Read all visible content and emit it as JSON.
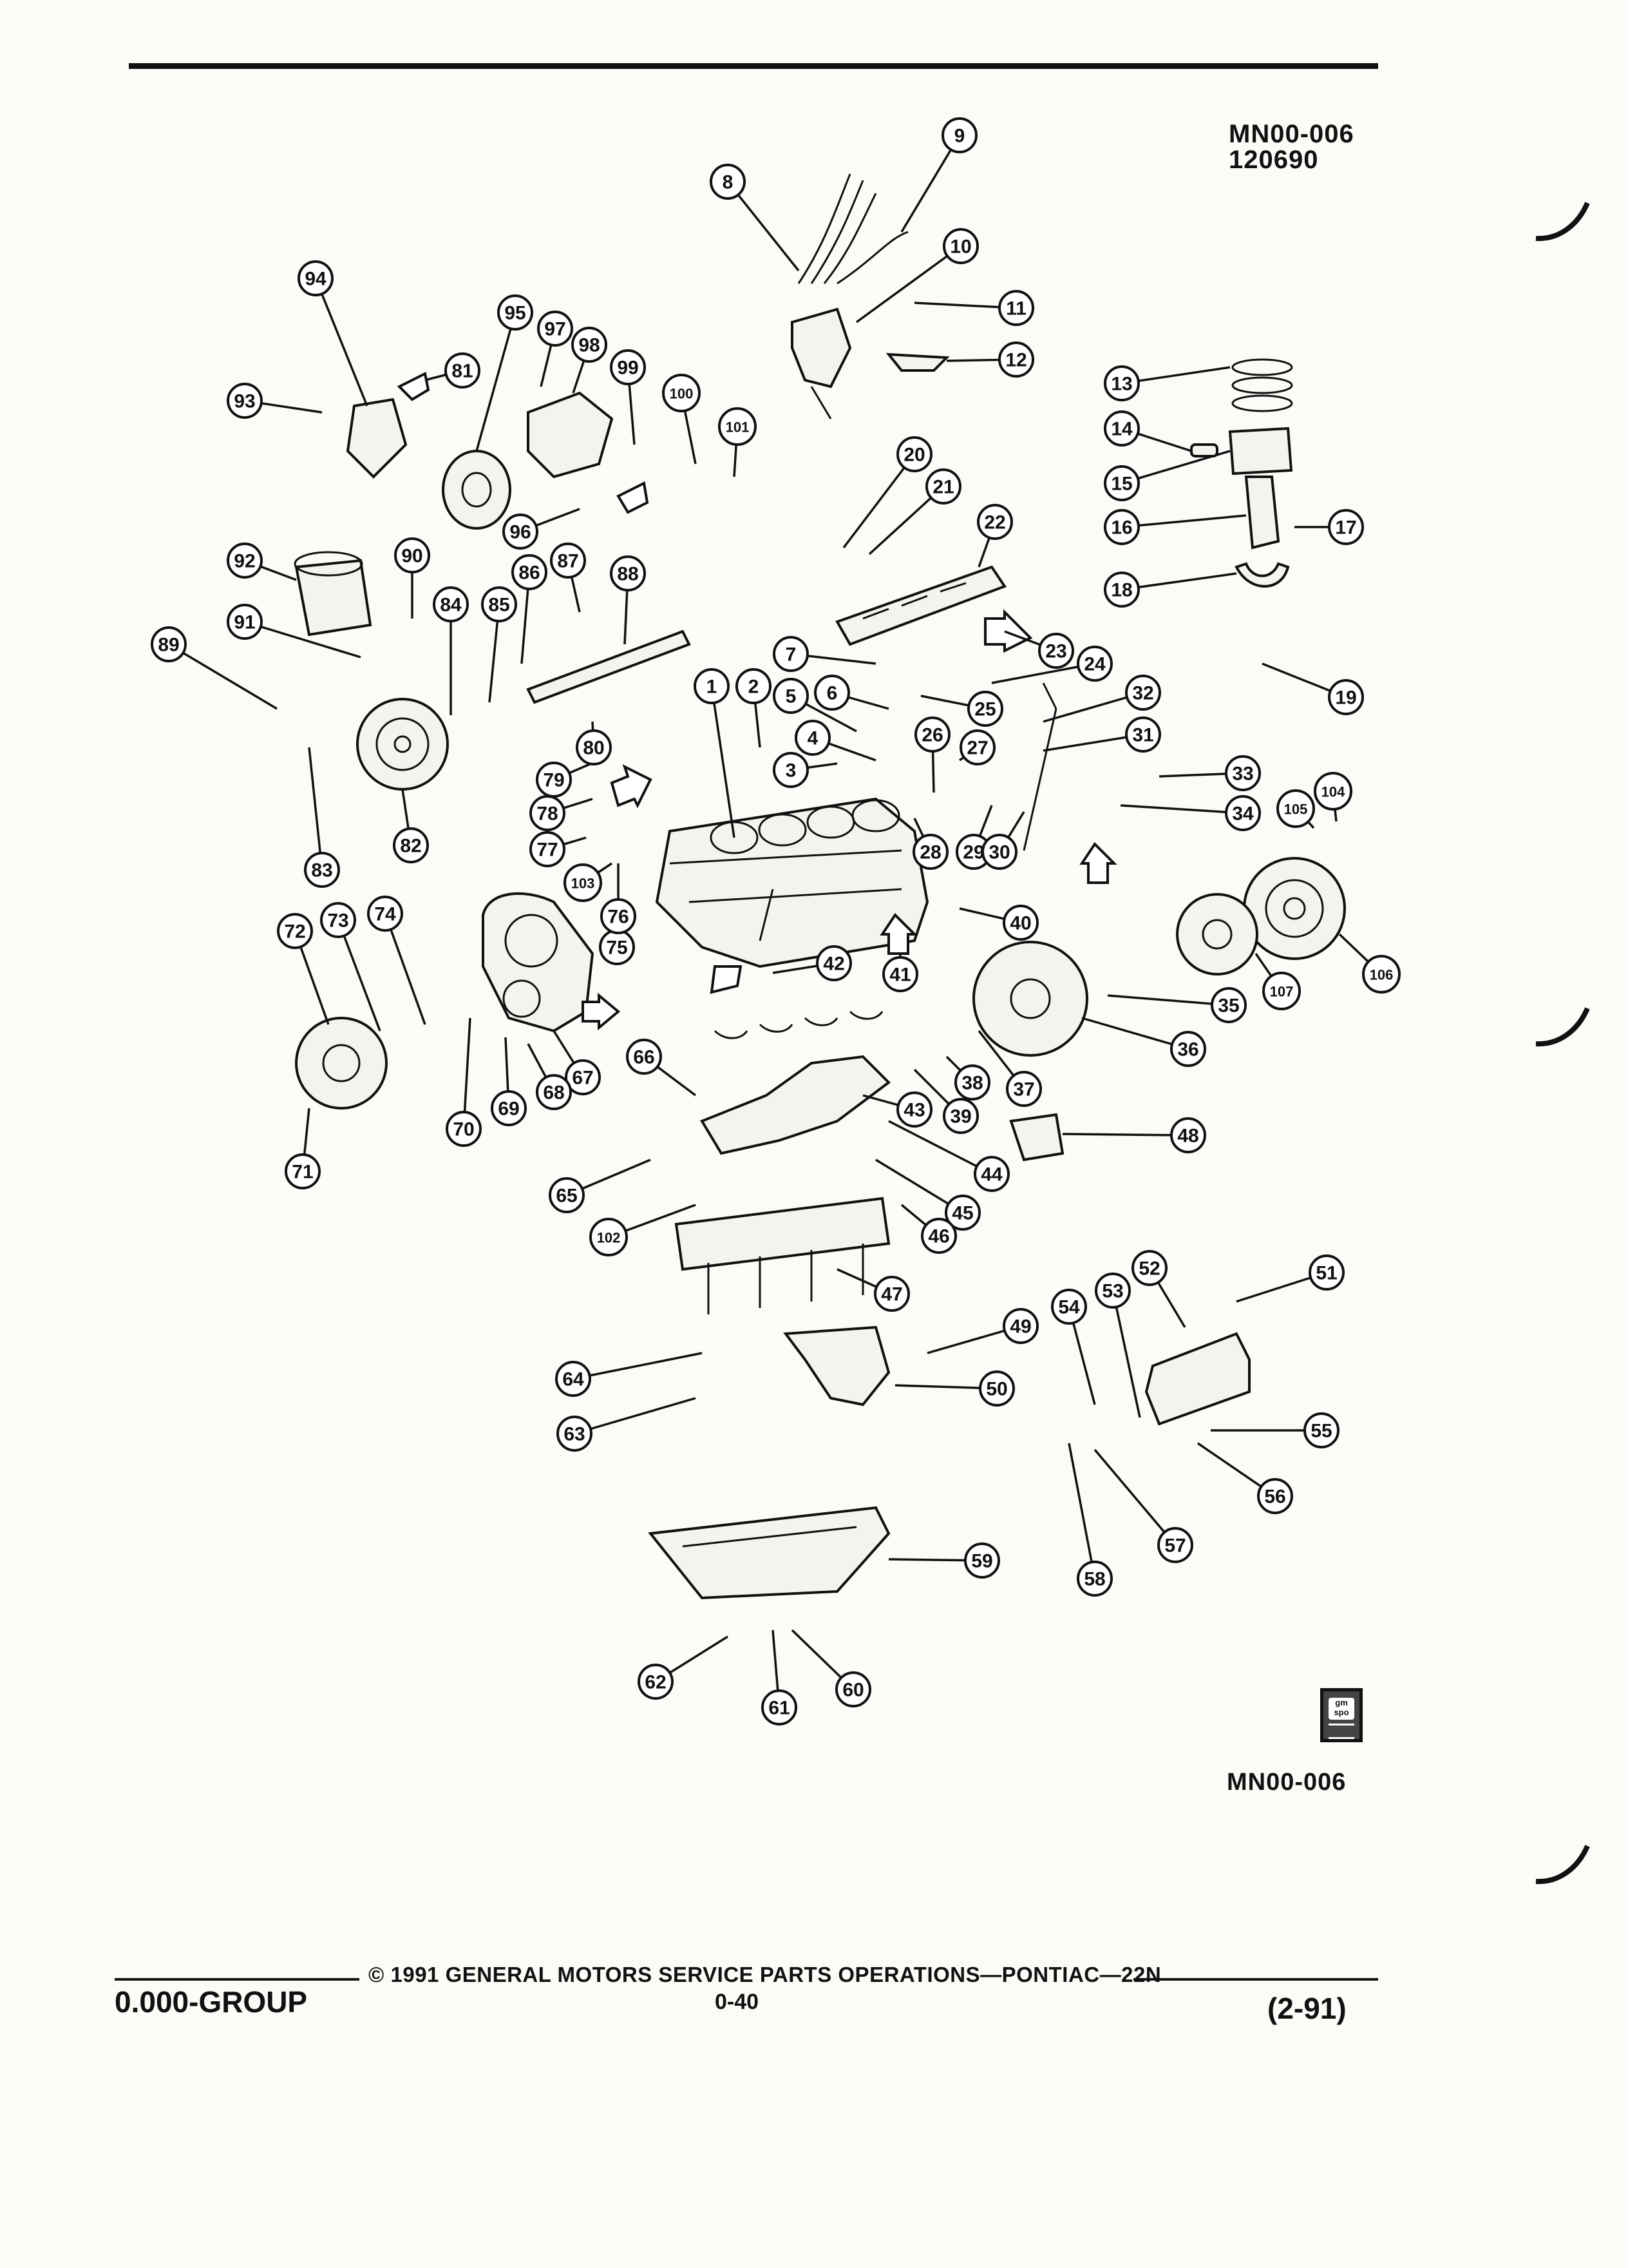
{
  "header": {
    "ref_code": "MN00-006",
    "ref_date": "120690"
  },
  "diagram": {
    "callouts": [
      "1",
      "2",
      "3",
      "4",
      "5",
      "6",
      "7",
      "8",
      "9",
      "10",
      "11",
      "12",
      "13",
      "14",
      "15",
      "16",
      "17",
      "18",
      "19",
      "20",
      "21",
      "22",
      "23",
      "24",
      "25",
      "26",
      "27",
      "28",
      "29",
      "30",
      "31",
      "32",
      "33",
      "34",
      "35",
      "36",
      "37",
      "38",
      "39",
      "40",
      "41",
      "42",
      "43",
      "44",
      "45",
      "46",
      "47",
      "48",
      "49",
      "50",
      "51",
      "52",
      "53",
      "54",
      "55",
      "56",
      "57",
      "58",
      "59",
      "60",
      "61",
      "62",
      "63",
      "64",
      "65",
      "66",
      "67",
      "68",
      "69",
      "70",
      "71",
      "72",
      "73",
      "74",
      "75",
      "76",
      "77",
      "78",
      "79",
      "80",
      "81",
      "82",
      "83",
      "84",
      "85",
      "86",
      "87",
      "88",
      "89",
      "90",
      "91",
      "92",
      "93",
      "94",
      "95",
      "96",
      "97",
      "98",
      "99",
      "100",
      "101",
      "102",
      "103",
      "104",
      "105",
      "106",
      "107"
    ]
  },
  "logo": {
    "text": "gm spo"
  },
  "figure_ref": "MN00-006",
  "footer": {
    "group": "0.000-GROUP",
    "copyright": "© 1991 GENERAL MOTORS SERVICE PARTS OPERATIONS—PONTIAC—22N",
    "page": "0-40",
    "date": "(2-91)"
  }
}
